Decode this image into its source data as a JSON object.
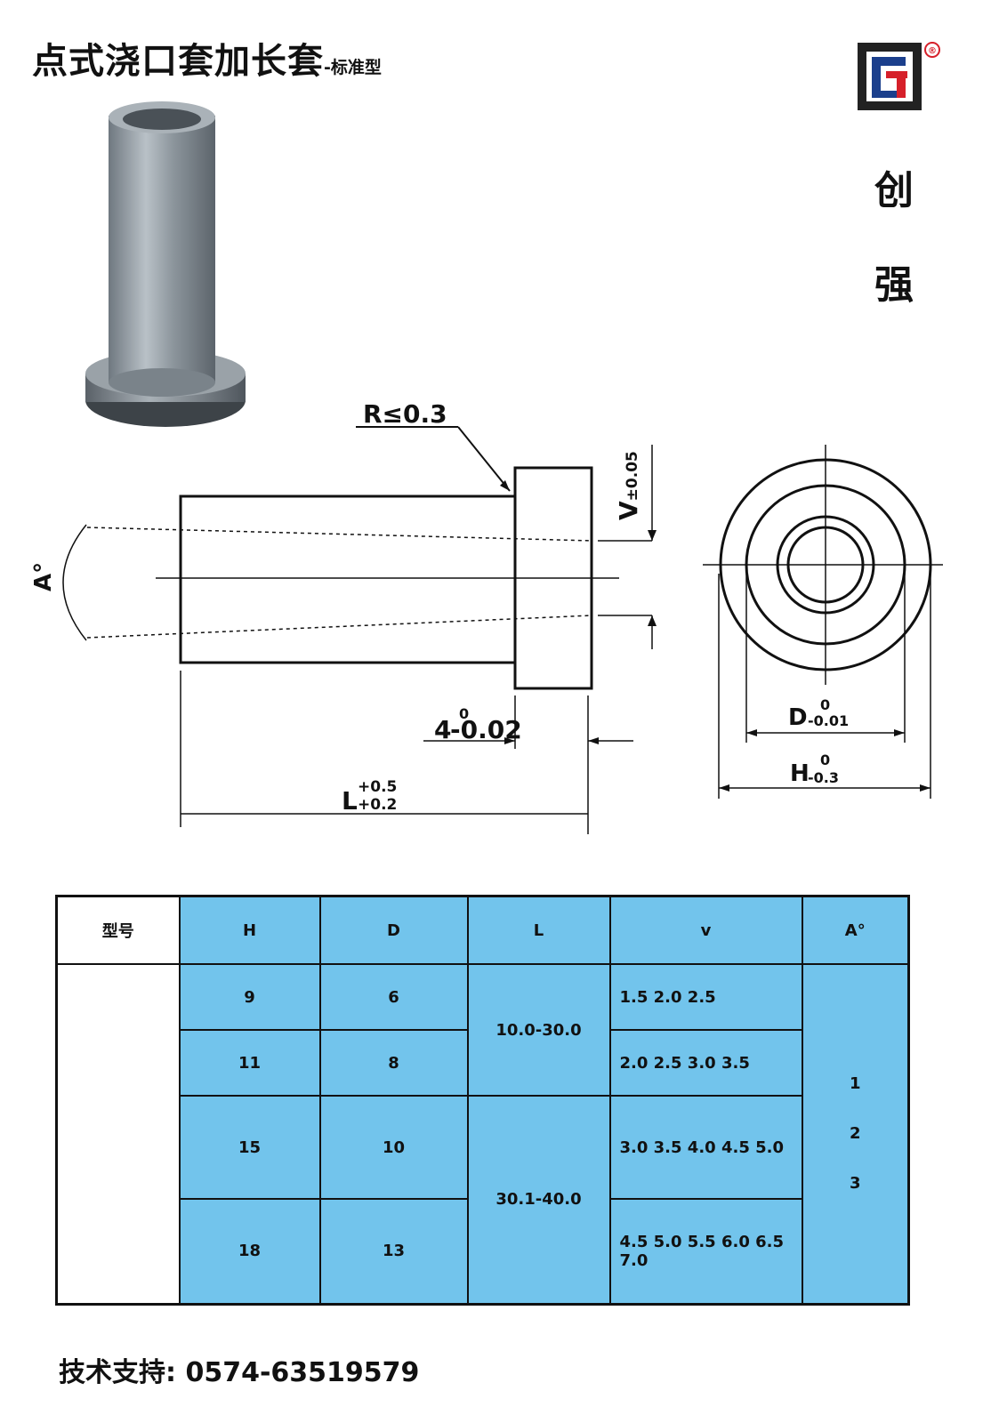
{
  "header": {
    "title": "点式浇口套加长套",
    "subtitle": "-标准型"
  },
  "brand": {
    "logo_icon": "cq-logo-icon",
    "registered_mark": "®",
    "char_1": "创",
    "char_2": "强",
    "colors": {
      "logo_red": "#d6202a",
      "logo_blue": "#1b3f8c",
      "logo_dark": "#222222"
    }
  },
  "drawing": {
    "radius_label": "R≤0.3",
    "v_label": "V",
    "v_tol": "±0.05",
    "angle_label": "A°",
    "flange_base": "4",
    "flange_tol_upper": "0",
    "flange_tol_lower": "-0.02",
    "length_base": "L",
    "length_tol_upper": "+0.5",
    "length_tol_lower": "+0.2",
    "d_base": "D",
    "d_tol_upper": "0",
    "d_tol_lower": "-0.01",
    "h_base": "H",
    "h_tol_upper": "0",
    "h_tol_lower": "-0.3"
  },
  "table": {
    "colors": {
      "cell_blue": "#72c4ec"
    },
    "headers": {
      "model": "型号",
      "h": "H",
      "d": "D",
      "l": "L",
      "v": "v",
      "a": "A°"
    },
    "rows": [
      {
        "h": "9",
        "d": "6",
        "v": "1.5 2.0 2.5"
      },
      {
        "h": "11",
        "d": "8",
        "v": "2.0 2.5 3.0 3.5"
      },
      {
        "h": "15",
        "d": "10",
        "v": "3.0 3.5 4.0 4.5 5.0"
      },
      {
        "h": "18",
        "d": "13",
        "v": "4.5 5.0 5.5 6.0 6.5 7.0"
      }
    ],
    "l_groups": [
      "10.0-30.0",
      "30.1-40.0"
    ],
    "a_values": [
      "1",
      "2",
      "3"
    ]
  },
  "footer": {
    "support_label": "技术支持:",
    "phone": "0574-63519579"
  }
}
